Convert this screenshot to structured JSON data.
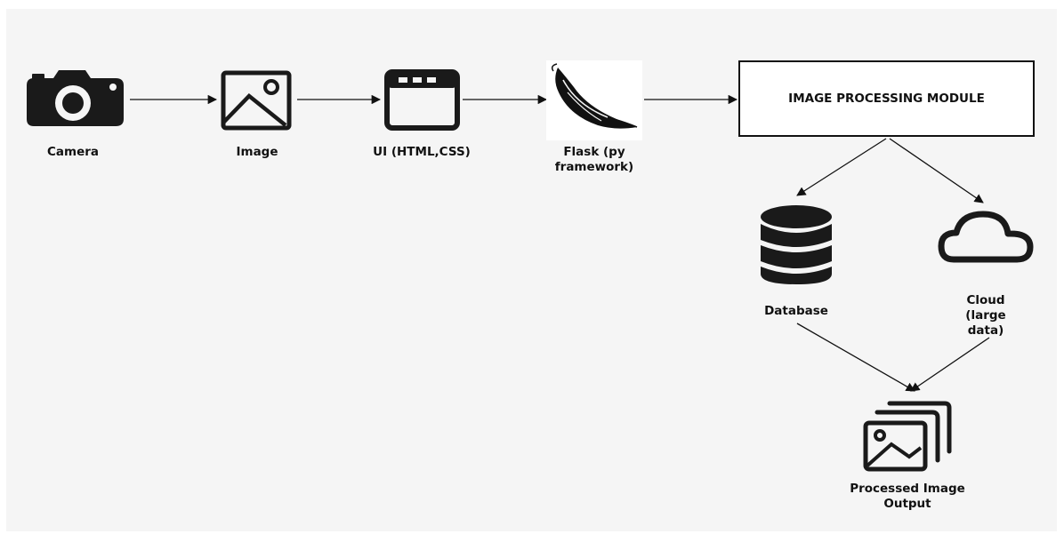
{
  "nodes": {
    "camera": {
      "label": "Camera",
      "icon": "camera-icon"
    },
    "image": {
      "label": "Image",
      "icon": "image-icon"
    },
    "ui": {
      "label": "UI (HTML,CSS)",
      "icon": "browser-window-icon"
    },
    "flask": {
      "label": "Flask (py\nframework)",
      "icon": "flask-logo-icon"
    },
    "module": {
      "label": "IMAGE PROCESSING MODULE"
    },
    "database": {
      "label": "Database",
      "icon": "database-icon"
    },
    "cloud": {
      "label": "Cloud\n(large data)",
      "icon": "cloud-icon"
    },
    "output": {
      "label": "Processed Image\nOutput",
      "icon": "image-stack-icon"
    }
  },
  "edges": [
    {
      "from": "camera",
      "to": "image"
    },
    {
      "from": "image",
      "to": "ui"
    },
    {
      "from": "ui",
      "to": "flask"
    },
    {
      "from": "flask",
      "to": "module"
    },
    {
      "from": "module",
      "to": "database"
    },
    {
      "from": "module",
      "to": "cloud"
    },
    {
      "from": "database",
      "to": "output"
    },
    {
      "from": "cloud",
      "to": "output"
    }
  ],
  "colors": {
    "background": "#f5f5f5",
    "stroke": "#111111",
    "icon_fill": "#1a1a1a"
  }
}
